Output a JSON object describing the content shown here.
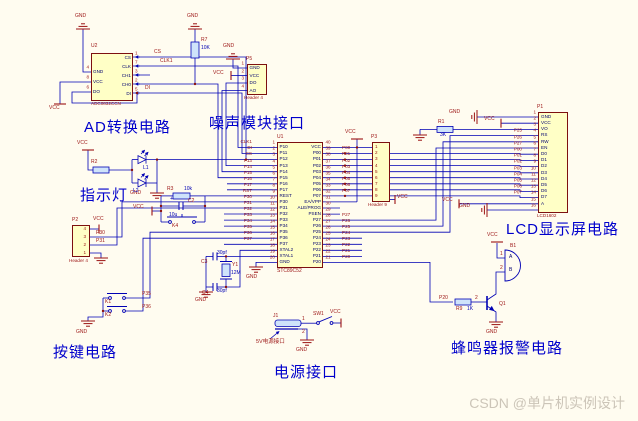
{
  "watermark": "CSDN @单片机实例设计",
  "pw": {
    "gnd": "GND",
    "vcc": "VCC"
  },
  "titles": {
    "adc": "AD转换电路",
    "noise": "噪声模块接口",
    "led": "指示灯",
    "keys": "按键电路",
    "power": "电源接口",
    "lcd": "LCD显示屏电路",
    "buzzer": "蜂鸣器报警电路"
  },
  "u2": {
    "ref": "U2",
    "part": "ADC0832CCN",
    "left": [
      {
        "n": "4",
        "name": "GND"
      },
      {
        "n": "8",
        "name": "VCC"
      },
      {
        "n": "6",
        "name": "DO"
      }
    ],
    "right": [
      {
        "n": "1",
        "name": "CS"
      },
      {
        "n": "7",
        "name": "CLK"
      },
      {
        "n": "3",
        "name": "CH1"
      },
      {
        "n": "2",
        "name": "CH0"
      },
      {
        "n": "5",
        "name": "DI"
      }
    ],
    "nets": {
      "cs": "CS",
      "clk": "CLK1",
      "di": "DI"
    }
  },
  "r7": {
    "ref": "R7",
    "val": "10K"
  },
  "p5": {
    "ref": "P5",
    "part": "Header 4",
    "pins": [
      {
        "n": "1",
        "name": "GND"
      },
      {
        "n": "2",
        "name": "VCC"
      },
      {
        "n": "3",
        "name": "DO"
      },
      {
        "n": "4",
        "name": "AO"
      }
    ]
  },
  "u1": {
    "ref": "U1",
    "part": "STC89C52",
    "left": [
      {
        "n": "1",
        "name": "P10",
        "net": "CLK1"
      },
      {
        "n": "2",
        "name": "P11",
        "net": "DI"
      },
      {
        "n": "3",
        "name": "P12",
        "net": "CS"
      },
      {
        "n": "4",
        "name": "P13",
        "net": "P13"
      },
      {
        "n": "5",
        "name": "P14",
        "net": "P14"
      },
      {
        "n": "6",
        "name": "P15",
        "net": "P15"
      },
      {
        "n": "7",
        "name": "P16",
        "net": "P16"
      },
      {
        "n": "8",
        "name": "P17",
        "net": "P17"
      },
      {
        "n": "9",
        "name": "REST",
        "net": "RST"
      },
      {
        "n": "10",
        "name": "P30",
        "net": "P30"
      },
      {
        "n": "11",
        "name": "P31",
        "net": "P31"
      },
      {
        "n": "12",
        "name": "P32",
        "net": "P32"
      },
      {
        "n": "13",
        "name": "P33",
        "net": "P33"
      },
      {
        "n": "14",
        "name": "P34",
        "net": "P34"
      },
      {
        "n": "15",
        "name": "P35",
        "net": "P35"
      },
      {
        "n": "16",
        "name": "P36",
        "net": "P36"
      },
      {
        "n": "17",
        "name": "P37",
        "net": "P37"
      },
      {
        "n": "18",
        "name": "XTAL2",
        "net": ""
      },
      {
        "n": "19",
        "name": "XTAL1",
        "net": ""
      },
      {
        "n": "20",
        "name": "GND",
        "net": ""
      }
    ],
    "right": [
      {
        "n": "40",
        "name": "VCC",
        "net": ""
      },
      {
        "n": "39",
        "name": "P00",
        "net": "P00"
      },
      {
        "n": "38",
        "name": "P01",
        "net": "P01"
      },
      {
        "n": "37",
        "name": "P02",
        "net": "P02"
      },
      {
        "n": "36",
        "name": "P03",
        "net": "P03"
      },
      {
        "n": "35",
        "name": "P04",
        "net": "P04"
      },
      {
        "n": "34",
        "name": "P05",
        "net": "P05"
      },
      {
        "n": "33",
        "name": "P06",
        "net": "P06"
      },
      {
        "n": "32",
        "name": "P07",
        "net": "P07"
      },
      {
        "n": "31",
        "name": "EA/VPP",
        "net": ""
      },
      {
        "n": "30",
        "name": "ALE/PROG",
        "net": ""
      },
      {
        "n": "29",
        "name": "PSEN",
        "net": ""
      },
      {
        "n": "28",
        "name": "P27",
        "net": "P27"
      },
      {
        "n": "27",
        "name": "P26",
        "net": "P26"
      },
      {
        "n": "26",
        "name": "P25",
        "net": "P25"
      },
      {
        "n": "25",
        "name": "P24",
        "net": "P24"
      },
      {
        "n": "24",
        "name": "P23",
        "net": "P23"
      },
      {
        "n": "23",
        "name": "P22",
        "net": "P22"
      },
      {
        "n": "22",
        "name": "P21",
        "net": "P21"
      },
      {
        "n": "21",
        "name": "P20",
        "net": "P20"
      }
    ]
  },
  "p3": {
    "ref": "P3",
    "part": "Header 9",
    "pins": [
      "1",
      "2",
      "3",
      "4",
      "5",
      "6",
      "7",
      "8",
      "9"
    ]
  },
  "p1": {
    "ref": "P1",
    "part": "LCD1602",
    "pins": [
      {
        "n": "1",
        "name": "GND",
        "net": ""
      },
      {
        "n": "2",
        "name": "VCC",
        "net": ""
      },
      {
        "n": "3",
        "name": "VO",
        "net": ""
      },
      {
        "n": "4",
        "name": "RS",
        "net": "P25"
      },
      {
        "n": "5",
        "name": "RW",
        "net": "P26"
      },
      {
        "n": "6",
        "name": "EN",
        "net": "P27"
      },
      {
        "n": "7",
        "name": "D0",
        "net": "P00"
      },
      {
        "n": "8",
        "name": "D1",
        "net": "P01"
      },
      {
        "n": "9",
        "name": "D2",
        "net": "P02"
      },
      {
        "n": "10",
        "name": "D3",
        "net": "P03"
      },
      {
        "n": "11",
        "name": "D4",
        "net": "P04"
      },
      {
        "n": "12",
        "name": "D5",
        "net": "P05"
      },
      {
        "n": "13",
        "name": "D6",
        "net": "P06"
      },
      {
        "n": "14",
        "name": "D7",
        "net": "P07"
      },
      {
        "n": "15",
        "name": "A",
        "net": ""
      },
      {
        "n": "16",
        "name": "",
        "net": ""
      }
    ]
  },
  "r1": {
    "ref": "R1",
    "val": "3K"
  },
  "led": {
    "r2": "R2",
    "l1": "L1",
    "l2": "L2"
  },
  "reset": {
    "r3": "R3",
    "r3v": "10k",
    "c2": "C2",
    "c2v": "10u",
    "plus": "+",
    "k4": "K4"
  },
  "xtal": {
    "y1": "Y1",
    "y1v": "12M",
    "c3": "C3",
    "c3v": "30pf",
    "c4": "C4",
    "c4v": "30pf"
  },
  "p2": {
    "ref": "P2",
    "part": "Header 4",
    "pins": [
      "4",
      "3",
      "2",
      "1"
    ],
    "netp30": "P30",
    "netp31": "P31"
  },
  "keys": {
    "k1": "K1",
    "k2": "K2",
    "p35": "P35",
    "p36": "P36"
  },
  "power": {
    "j1": "J1",
    "desc": "5V电源接口",
    "pin1": "1",
    "pin2": "2",
    "sw1": "SW1"
  },
  "buzzer": {
    "b1": "B1",
    "a": "A",
    "b": "B",
    "p1": "1",
    "p2": "2",
    "q1": "Q1",
    "qpin": "2",
    "r9": "R9",
    "r9v": "1K",
    "net": "P20"
  }
}
